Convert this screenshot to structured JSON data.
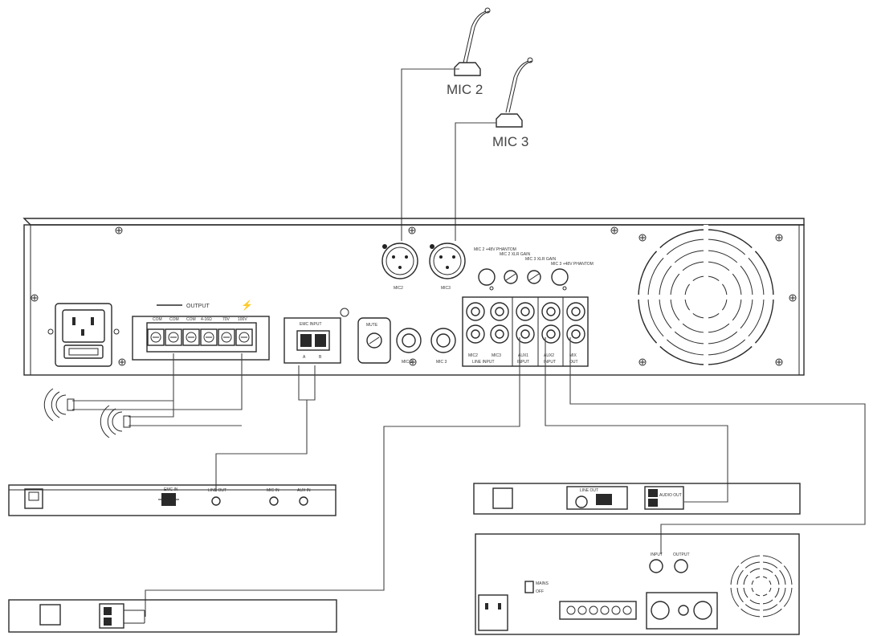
{
  "main_unit": {
    "output_label": "OUTPUT",
    "terminal_labels": [
      "COM",
      "COM",
      "COM",
      "4-16Ω",
      "70V",
      "100V"
    ],
    "emc_input_label": "EMC INPUT",
    "emc_terminal_labels": [
      "A",
      "B"
    ],
    "mute_label": "MUTE",
    "xlr_labels": [
      "MIC2",
      "MIC3"
    ],
    "jack_labels": [
      "MIC 2",
      "MIC 3"
    ],
    "switch_labels": [
      "MIC 2 +48V PHANTOM",
      "MIC 2 XLR GAIN",
      "MIC 3 XLR GAIN",
      "MIC 3 +48V PHANTOM"
    ],
    "rca_labels": [
      "MIC2",
      "MIC3",
      "AUX1",
      "AUX2",
      "MIX"
    ],
    "rca_group_labels": [
      "LINE INPUT",
      "INPUT",
      "INPUT",
      "OUT"
    ]
  },
  "microphones": [
    {
      "label": "MIC 2"
    },
    {
      "label": "MIC 3"
    }
  ],
  "devices": {
    "left_unit_labels": [
      "EMC IN",
      "LINE OUT",
      "MIC IN",
      "AUX IN"
    ],
    "right_unit_labels": [
      "LINE OUT",
      "AUDIO OUT"
    ],
    "amp_labels": [
      "INPUT",
      "OUTPUT",
      "MAINS",
      "OFF"
    ]
  }
}
